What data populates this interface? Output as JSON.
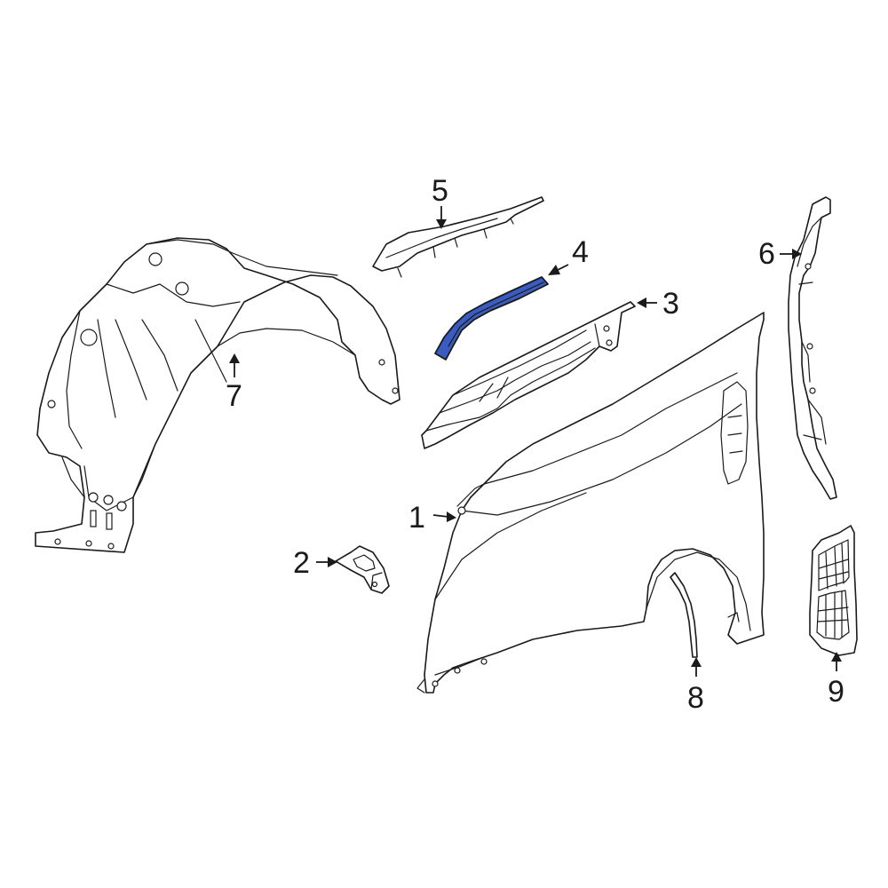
{
  "diagram": {
    "highlight_color": "#3a5bbf",
    "line_color": "#1a1a1a",
    "background": "#ffffff",
    "callouts": [
      {
        "id": "1",
        "text": "1"
      },
      {
        "id": "2",
        "text": "2"
      },
      {
        "id": "3",
        "text": "3"
      },
      {
        "id": "4",
        "text": "4"
      },
      {
        "id": "5",
        "text": "5"
      },
      {
        "id": "6",
        "text": "6"
      },
      {
        "id": "7",
        "text": "7"
      },
      {
        "id": "8",
        "text": "8"
      },
      {
        "id": "9",
        "text": "9"
      }
    ],
    "highlighted_part": "4"
  }
}
